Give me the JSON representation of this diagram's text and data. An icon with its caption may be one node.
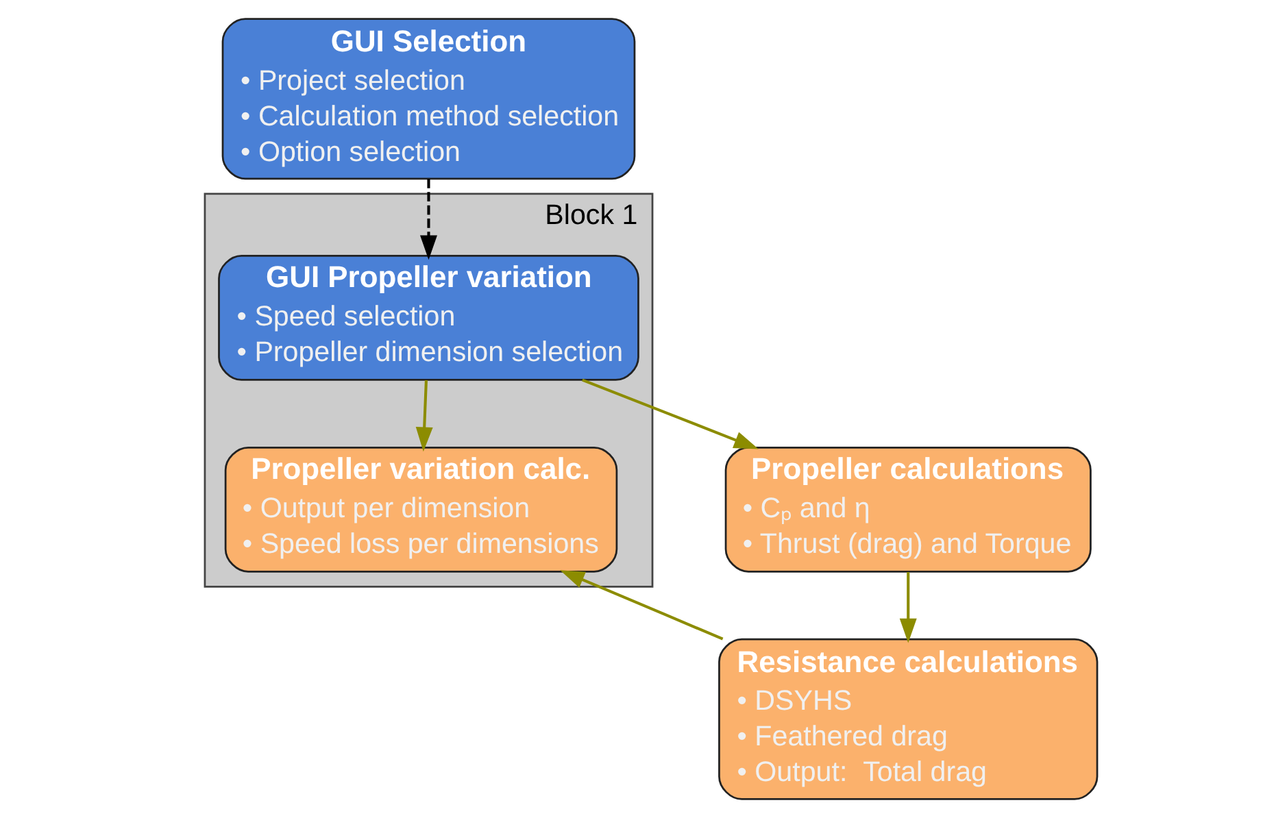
{
  "diagram": {
    "nodes": [
      {
        "text": [
          "GUI Selection",
          "• Project selection",
          "• Calculation method selection",
          "• Option selection"
        ]
      },
      {
        "text": [
          "Block 1"
        ]
      },
      {
        "text": [
          "GUI Propeller variation",
          "• Speed selection",
          "• Propeller dimension selection"
        ],
        "in": 1
      },
      {
        "text": [
          "Propeller variation calc.",
          "• Output per dimension",
          "• Speed loss per dimensions"
        ],
        "in": 1
      },
      {
        "text": [
          "Propeller calculations",
          "• Cₚ and η",
          "• Thrust (drag) and Torque"
        ]
      },
      {
        "text": [
          "Resistance calculations",
          "• DSYHS",
          "• Feathered drag",
          "• Output:  Total drag"
        ]
      }
    ],
    "edges": [
      {
        "from": 0,
        "to": 2,
        "arrow": "to",
        "style": "dashed",
        "color": "#000000"
      },
      {
        "from": 2,
        "to": 3,
        "arrow": "to"
      },
      {
        "from": 2,
        "to": 4,
        "arrow": "to"
      },
      {
        "from": 4,
        "to": 5,
        "arrow": "to"
      },
      {
        "from": 5,
        "to": 3,
        "arrow": "to"
      }
    ]
  }
}
